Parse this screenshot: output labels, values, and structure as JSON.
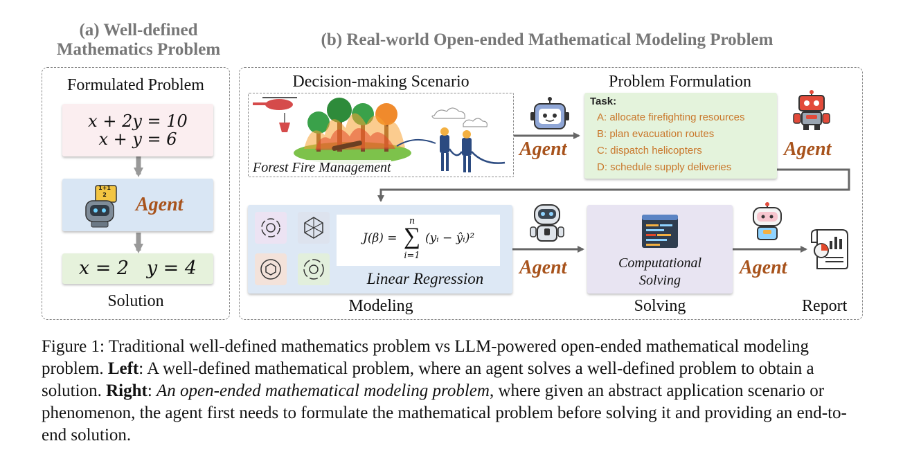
{
  "left": {
    "title_line1": "(a) Well-defined",
    "title_line2": "Mathematics Problem",
    "formulated_label": "Formulated Problem",
    "eq1": "x + 2y = 10",
    "eq2": "x + y = 6",
    "agent_label": "Agent",
    "badge_top": "1+1",
    "badge_bottom": "2",
    "solution_eq": "x = 2   y = 4",
    "solution_label": "Solution"
  },
  "right": {
    "title": "(b) Real-world Open-ended Mathematical Modeling Problem",
    "scenario_label": "Decision-making Scenario",
    "scenario_caption": "Forest Fire Management",
    "formulation_label": "Problem Formulation",
    "task_header": "Task:",
    "tasks": [
      "A: allocate firefighting resources",
      "B: plan evacuation routes",
      "C: dispatch helicopters",
      "D: schedule supply deliveries"
    ],
    "agent_label": "Agent",
    "formula_lhs": "J(β) = ",
    "formula_sum_top": "n",
    "formula_sum_bottom": "i=1",
    "formula_rhs": "(yᵢ − ŷᵢ)²",
    "model_caption": "Linear Regression",
    "modeling_label": "Modeling",
    "computational_line1": "Computational",
    "computational_line2": "Solving",
    "solving_label": "Solving",
    "report_label": "Report"
  },
  "caption": {
    "prefix": "Figure 1: Traditional well-defined mathematics problem vs LLM-powered open-ended mathematical modeling problem.",
    "left_bold": "Left",
    "left_text": ": A well-defined mathematical problem, where an agent solves a well-defined problem to obtain a solution.",
    "right_bold": "Right",
    "colon": ": ",
    "right_italic": "An open-ended mathematical modeling problem",
    "right_text": ", where given an abstract application scenario or phenomenon, the agent first needs to formulate the mathematical problem before solving it and providing an end-to-end solution."
  },
  "colors": {
    "agent_text": "#a8531c",
    "task_text": "#c9772b",
    "problem_box": "#fbeef0",
    "agent_box": "#d9e6f4",
    "solution_box": "#e6f2dc",
    "formulation_box": "#e4f3dc",
    "modeling_box": "#dde8f5",
    "solving_box": "#e8e4f2"
  }
}
